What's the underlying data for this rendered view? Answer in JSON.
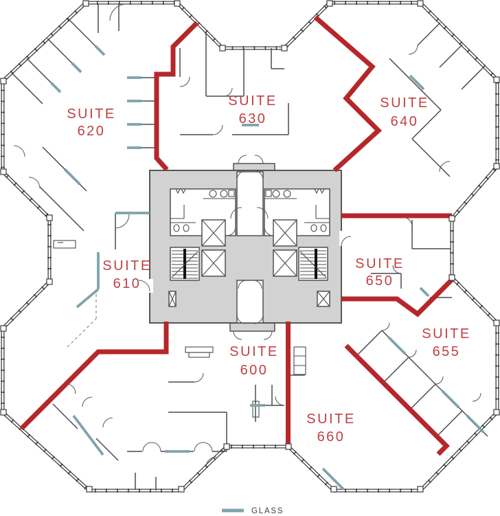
{
  "suites": [
    {
      "word": "SUITE",
      "number": "620"
    },
    {
      "word": "SUITE",
      "number": "630"
    },
    {
      "word": "SUITE",
      "number": "640"
    },
    {
      "word": "SUITE",
      "number": "610"
    },
    {
      "word": "SUITE",
      "number": "650"
    },
    {
      "word": "SUITE",
      "number": "655"
    },
    {
      "word": "SUITE",
      "number": "600"
    },
    {
      "word": "SUITE",
      "number": "660"
    }
  ],
  "legend": {
    "glass": "GLASS"
  },
  "colors": {
    "demising_red": "#b5272b",
    "glass_teal": "#7fa3ac",
    "core_gray": "#d2d2d2",
    "wall_dark": "#3c3c3c",
    "label_red": "#bf4043"
  }
}
